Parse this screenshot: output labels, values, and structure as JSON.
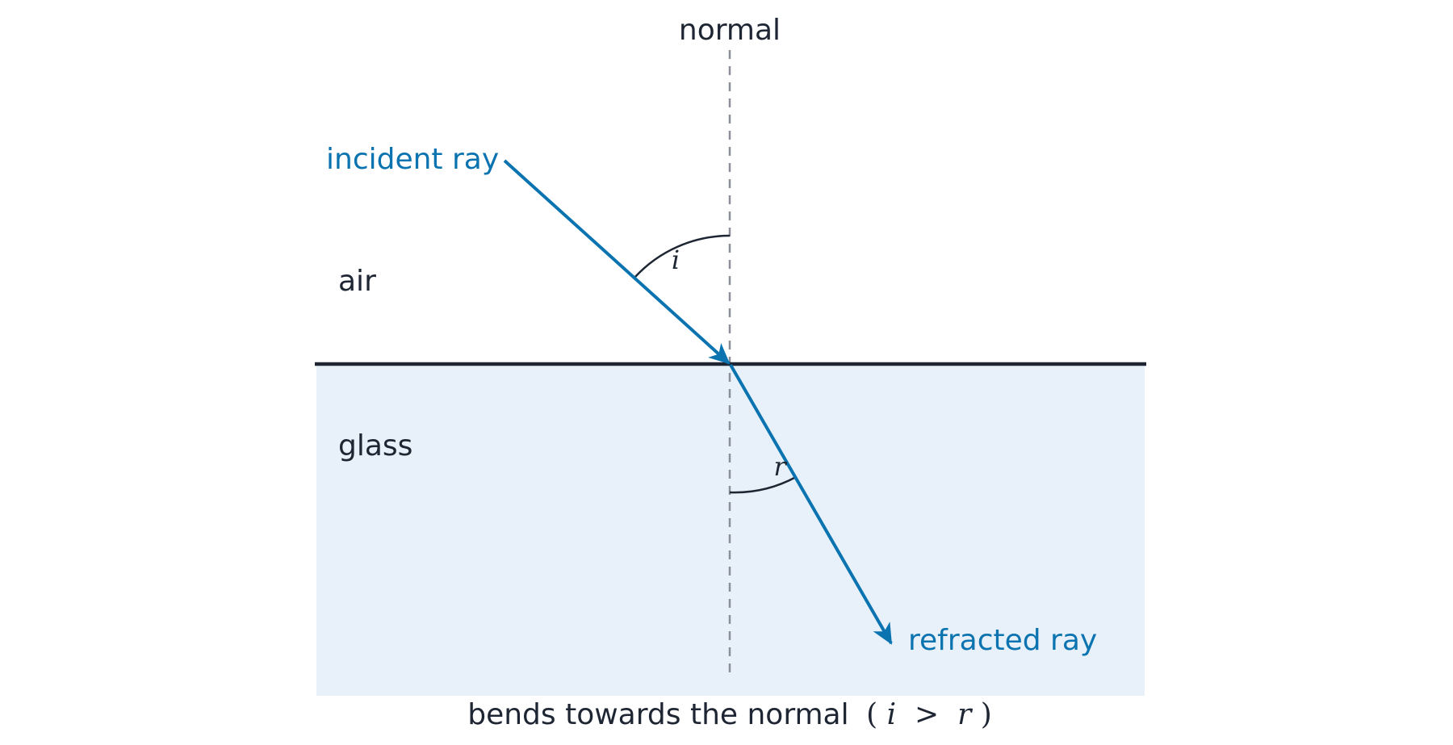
{
  "labels": {
    "normal": "normal",
    "incident": "incident ray",
    "refracted": "refracted ray",
    "medium_top": "air",
    "medium_bottom": "glass",
    "angle_incidence": "i",
    "angle_refraction": "r"
  },
  "caption": {
    "text": "bends towards the normal",
    "open_paren": "(",
    "symbol_i": "i",
    "relation": " > ",
    "symbol_r": "r",
    "close_paren": ")"
  },
  "colors": {
    "ray": "#0a73b0",
    "interface": "#1f2633",
    "normal": "#8a8f99",
    "glass": "#e8f1f9",
    "text": "#1f2633"
  }
}
